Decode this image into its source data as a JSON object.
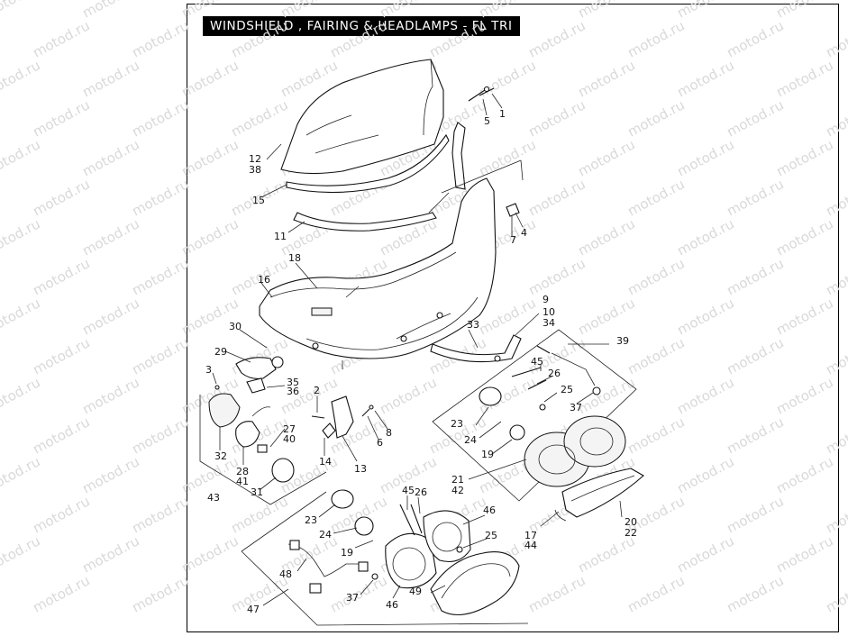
{
  "title": "WINDSHIELD , FAIRING & HEADLAMPS - FL TRI",
  "watermark": "motod.ru",
  "colors": {
    "ink": "#111111",
    "title_bg": "#000000",
    "title_fg": "#ffffff",
    "watermark": "#d9d9d9"
  },
  "callouts": [
    "1",
    "5",
    "12",
    "38",
    "15",
    "7",
    "4",
    "11",
    "18",
    "16",
    "9",
    "10",
    "34",
    "33",
    "39",
    "30",
    "29",
    "3",
    "35",
    "36",
    "2",
    "45",
    "26",
    "25",
    "37",
    "27",
    "40",
    "6",
    "8",
    "23",
    "24",
    "19",
    "32",
    "14",
    "13",
    "28",
    "41",
    "21",
    "42",
    "31",
    "43",
    "45",
    "26",
    "46",
    "23",
    "24",
    "25",
    "17",
    "44",
    "20",
    "22",
    "19",
    "48",
    "37",
    "47",
    "46",
    "49"
  ]
}
